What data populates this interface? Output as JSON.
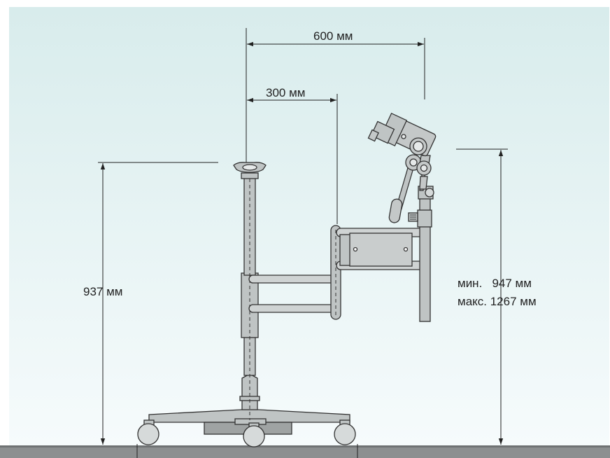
{
  "dimensions": {
    "top_reach": "600 мм",
    "arm_reach": "300 мм",
    "left_height": "937 мм",
    "right_height_min": "мин.   947 мм",
    "right_height_max": "макс. 1267 мм"
  },
  "colors": {
    "background_top": "#d8ecec",
    "background_bottom": "#f6fbfc",
    "frame": "#bfc4c4",
    "outline": "#333333",
    "floor": "#8c8f90",
    "dim_line": "#222222"
  }
}
